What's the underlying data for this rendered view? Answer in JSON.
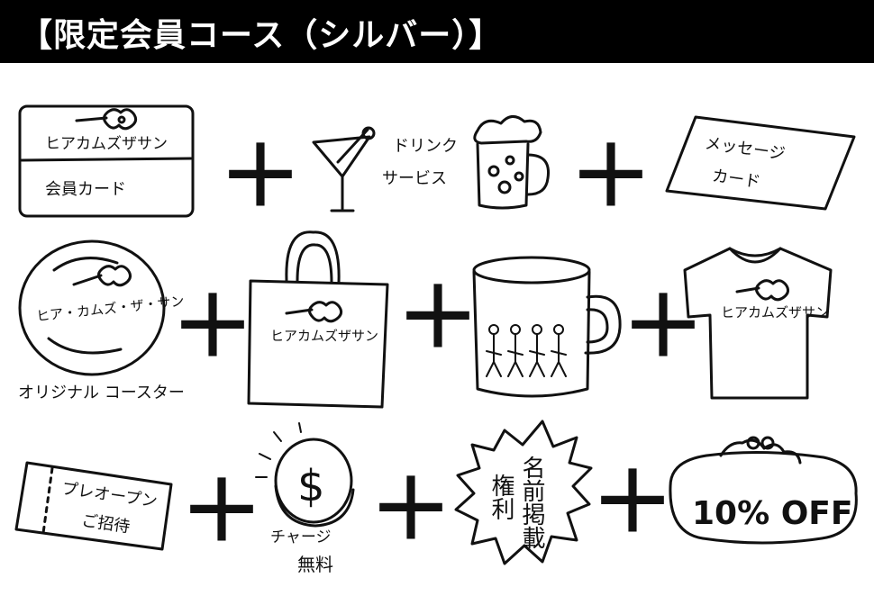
{
  "header": {
    "title": "【限定会員コース（シルバー）】"
  },
  "items": [
    {
      "id": "member-card",
      "lines": [
        "ヒアカムズザサン",
        "会員カード"
      ]
    },
    {
      "id": "drink-service",
      "lines": [
        "ドリンク",
        "サービス"
      ]
    },
    {
      "id": "message-card",
      "lines": [
        "メッセージ",
        "カード"
      ]
    },
    {
      "id": "coaster",
      "disc_text": "ヒア・カムズ・ザ・サン",
      "caption": "オリジナル コースター"
    },
    {
      "id": "tote-bag",
      "text": "ヒアカムズザサン"
    },
    {
      "id": "mug"
    },
    {
      "id": "tshirt",
      "text": "ヒアカムズザサン"
    },
    {
      "id": "preopen-ticket",
      "lines": [
        "プレオープン",
        "ご招待"
      ]
    },
    {
      "id": "free-charge",
      "lines": [
        "チャージ",
        "無料"
      ]
    },
    {
      "id": "name-listing",
      "lines": [
        "名前掲載",
        "権利"
      ]
    },
    {
      "id": "discount-purse",
      "text": "10% OFF"
    }
  ],
  "plus_sign": "＋"
}
